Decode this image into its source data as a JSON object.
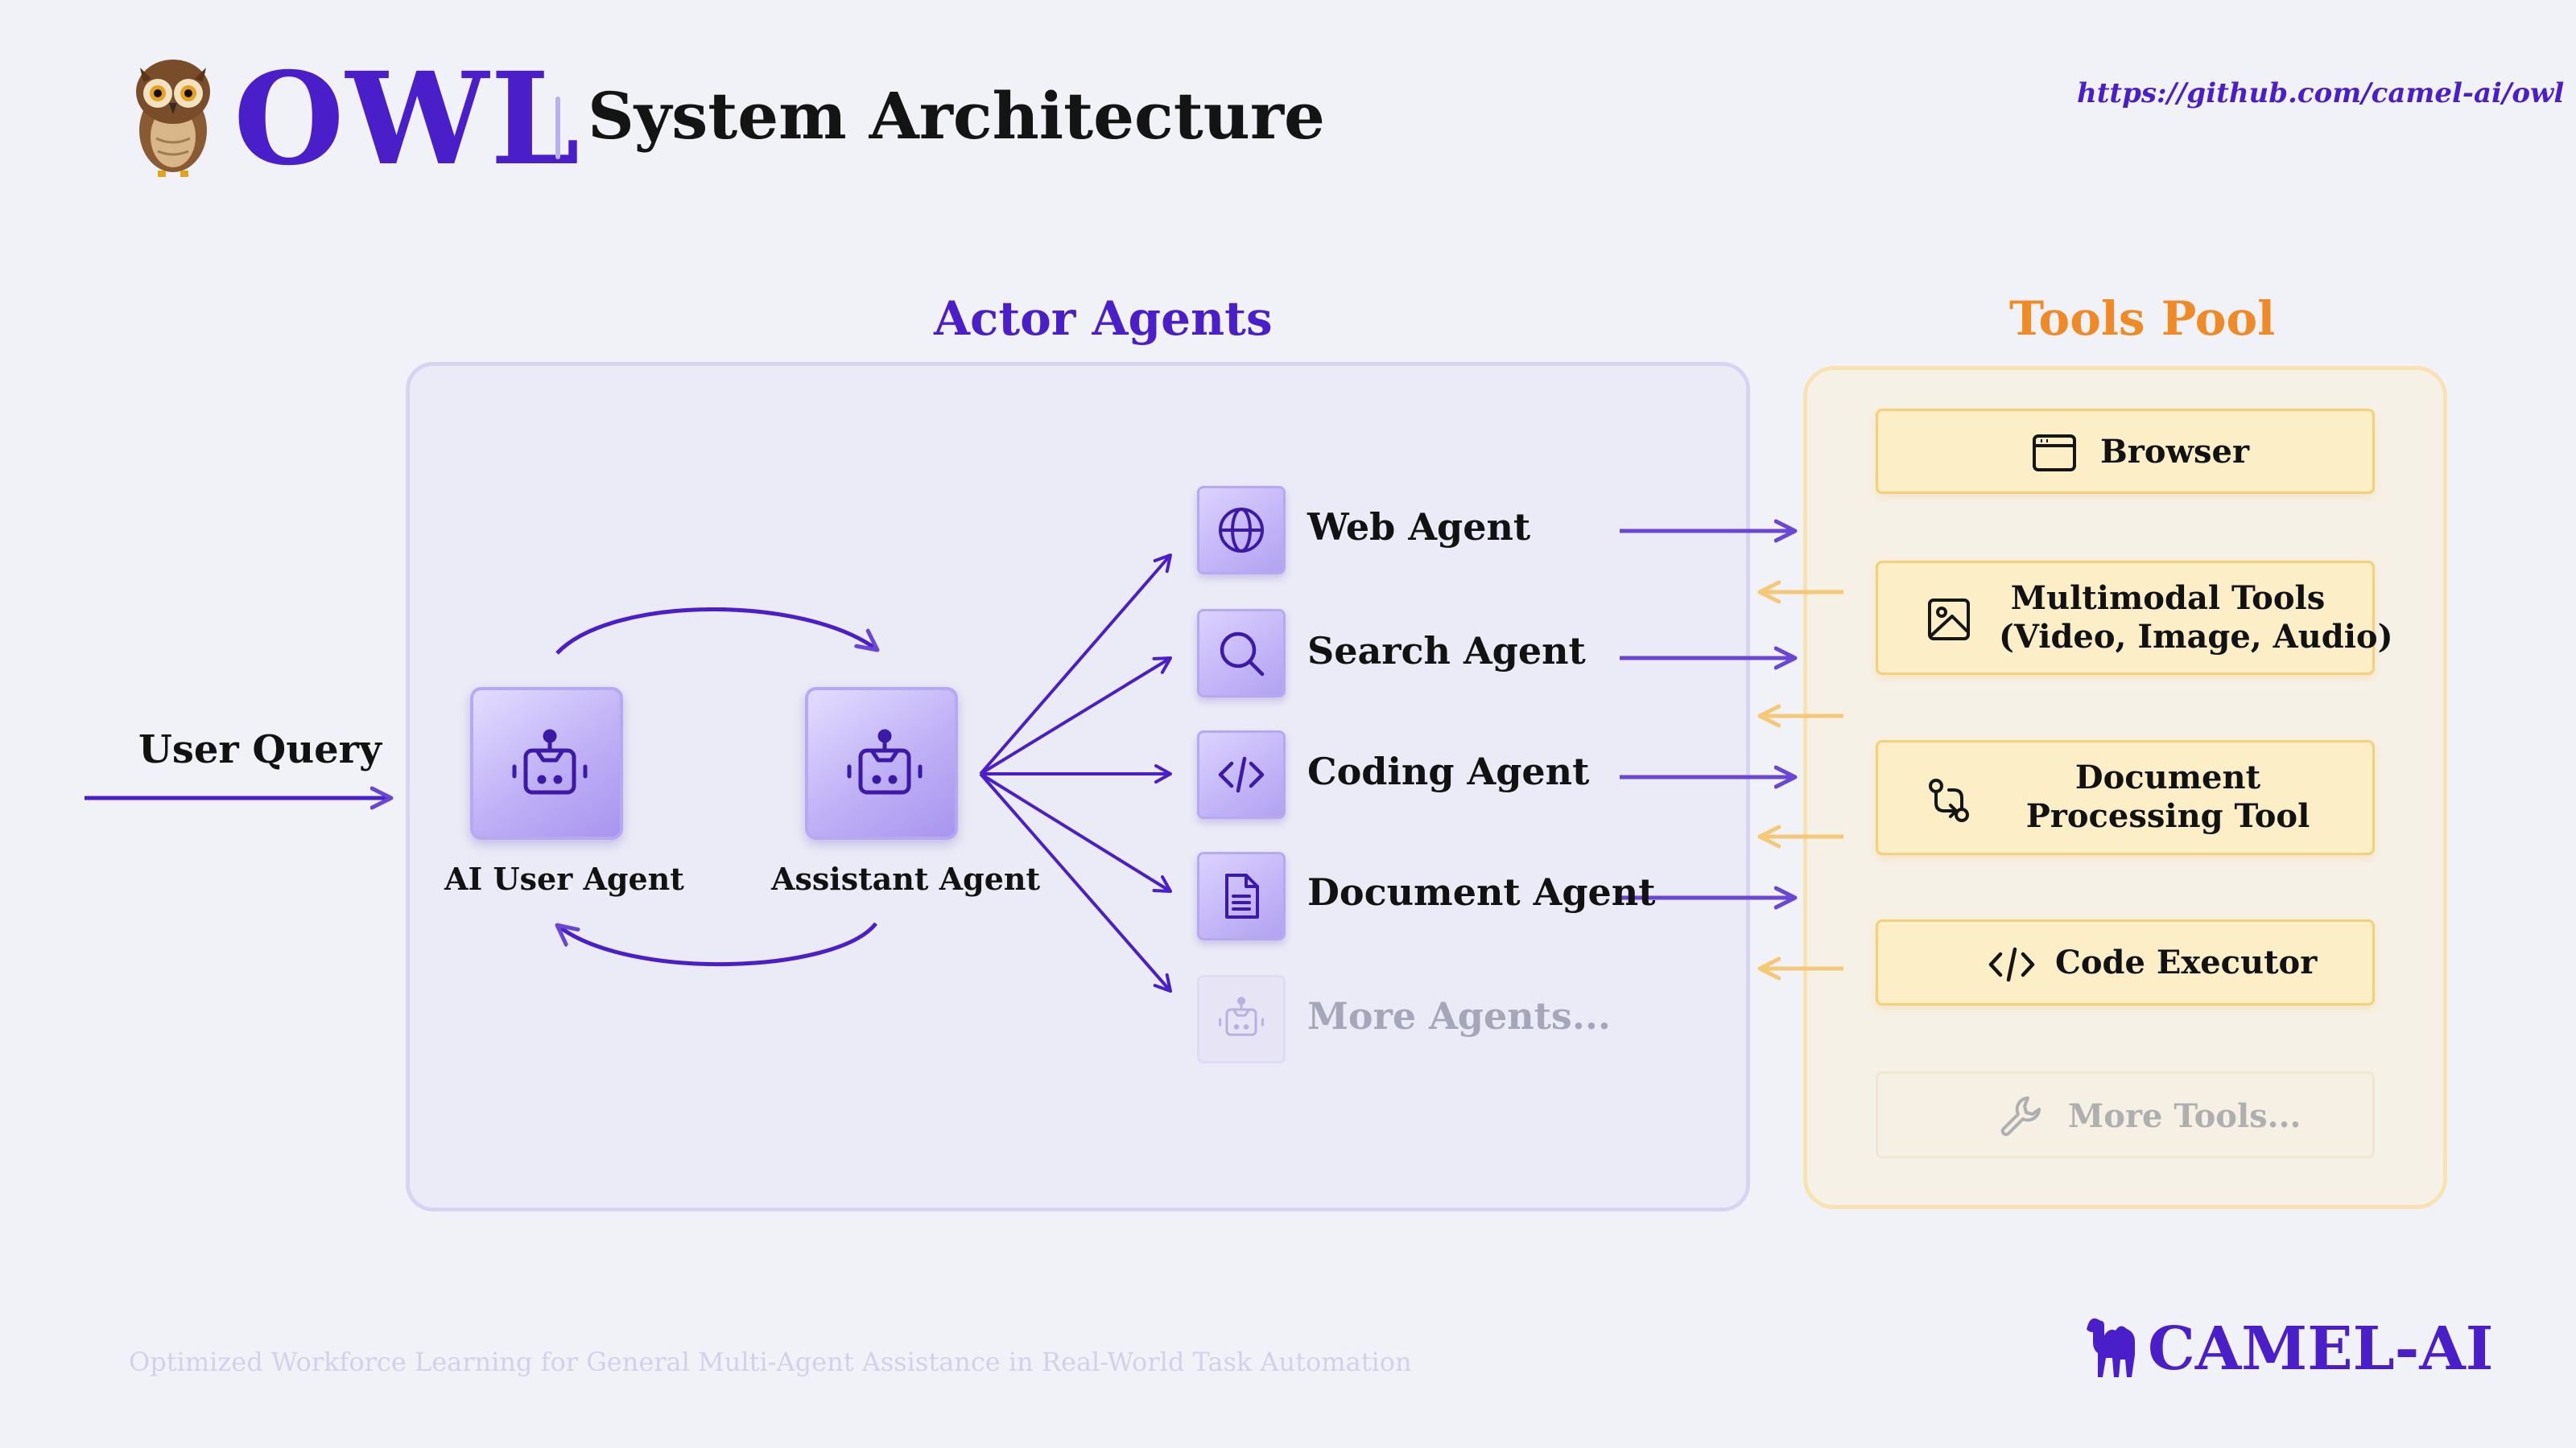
{
  "header": {
    "brand": "OWL",
    "title": "System Architecture",
    "repo_link": "https://github.com/camel-ai/owl"
  },
  "sections": {
    "actor_agents": "Actor Agents",
    "tools_pool": "Tools Pool"
  },
  "input": {
    "label": "User Query"
  },
  "core_agents": [
    {
      "label": "AI User Agent",
      "icon": "robot-icon"
    },
    {
      "label": "Assistant Agent",
      "icon": "robot-icon"
    }
  ],
  "worker_agents": [
    {
      "label": "Web Agent",
      "icon": "globe-icon"
    },
    {
      "label": "Search Agent",
      "icon": "search-icon"
    },
    {
      "label": "Coding Agent",
      "icon": "code-icon"
    },
    {
      "label": "Document Agent",
      "icon": "document-icon"
    },
    {
      "label": "More Agents...",
      "icon": "robot-icon"
    }
  ],
  "tools": [
    {
      "line1": "Browser",
      "line2": "",
      "icon": "browser-window-icon"
    },
    {
      "line1": "Multimodal Tools",
      "line2": "(Video, Image, Audio)",
      "icon": "image-icon"
    },
    {
      "line1": "Document",
      "line2": "Processing Tool",
      "icon": "git-compare-icon"
    },
    {
      "line1": "Code Executor",
      "line2": "",
      "icon": "code-icon"
    },
    {
      "line1": "More Tools...",
      "line2": "",
      "icon": "wrench-icon"
    }
  ],
  "footer": {
    "tagline": "Optimized Workforce Learning for General Multi-Agent Assistance in Real-World Task Automation",
    "company": "CAMEL-AI"
  },
  "colors": {
    "primary": "#4a1fc9",
    "arrow": "#6a46d6",
    "tools_accent": "#f08a26",
    "tool_fill": "#fcefc8",
    "background": "#f1f2f7"
  }
}
